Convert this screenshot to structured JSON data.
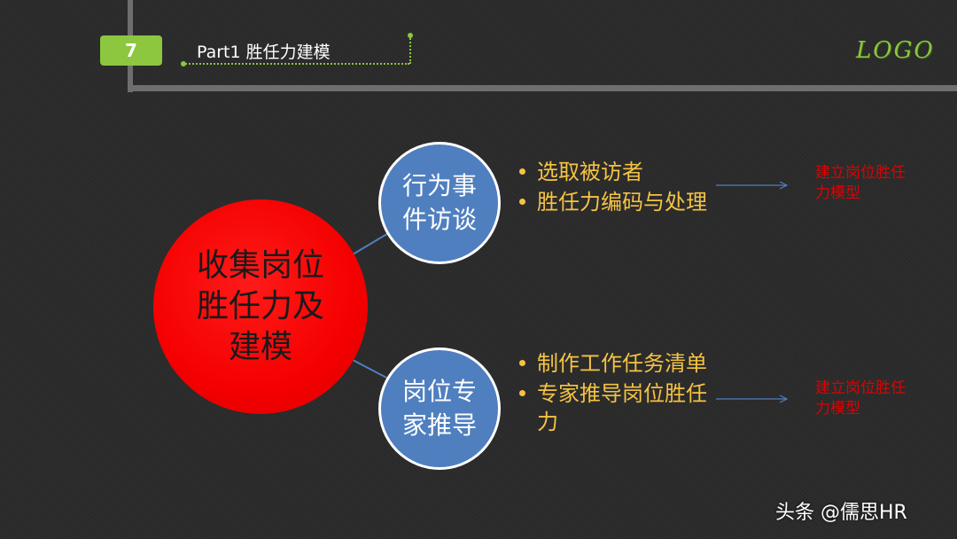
{
  "header": {
    "page_number": "7",
    "part_title": "Part1  胜任力建模",
    "logo": "LOGO"
  },
  "diagram": {
    "center": "收集岗位胜任力及建模",
    "branches": [
      {
        "label": "行为事件访谈",
        "bullets": [
          "选取被访者",
          "胜任力编码与处理"
        ],
        "result": "建立岗位胜任力模型"
      },
      {
        "label": "岗位专家推导",
        "bullets": [
          "制作工作任务清单",
          "专家推导岗位胜任力"
        ],
        "result": "建立岗位胜任力模型"
      }
    ]
  },
  "watermark": "头条 @儒思HR",
  "colors": {
    "background": "#2b2b2b",
    "accent_green": "#8dc63f",
    "center_red": "#f50000",
    "branch_blue": "#4f7fbf",
    "bullet_yellow": "#f5c342",
    "result_red": "#e00000"
  }
}
